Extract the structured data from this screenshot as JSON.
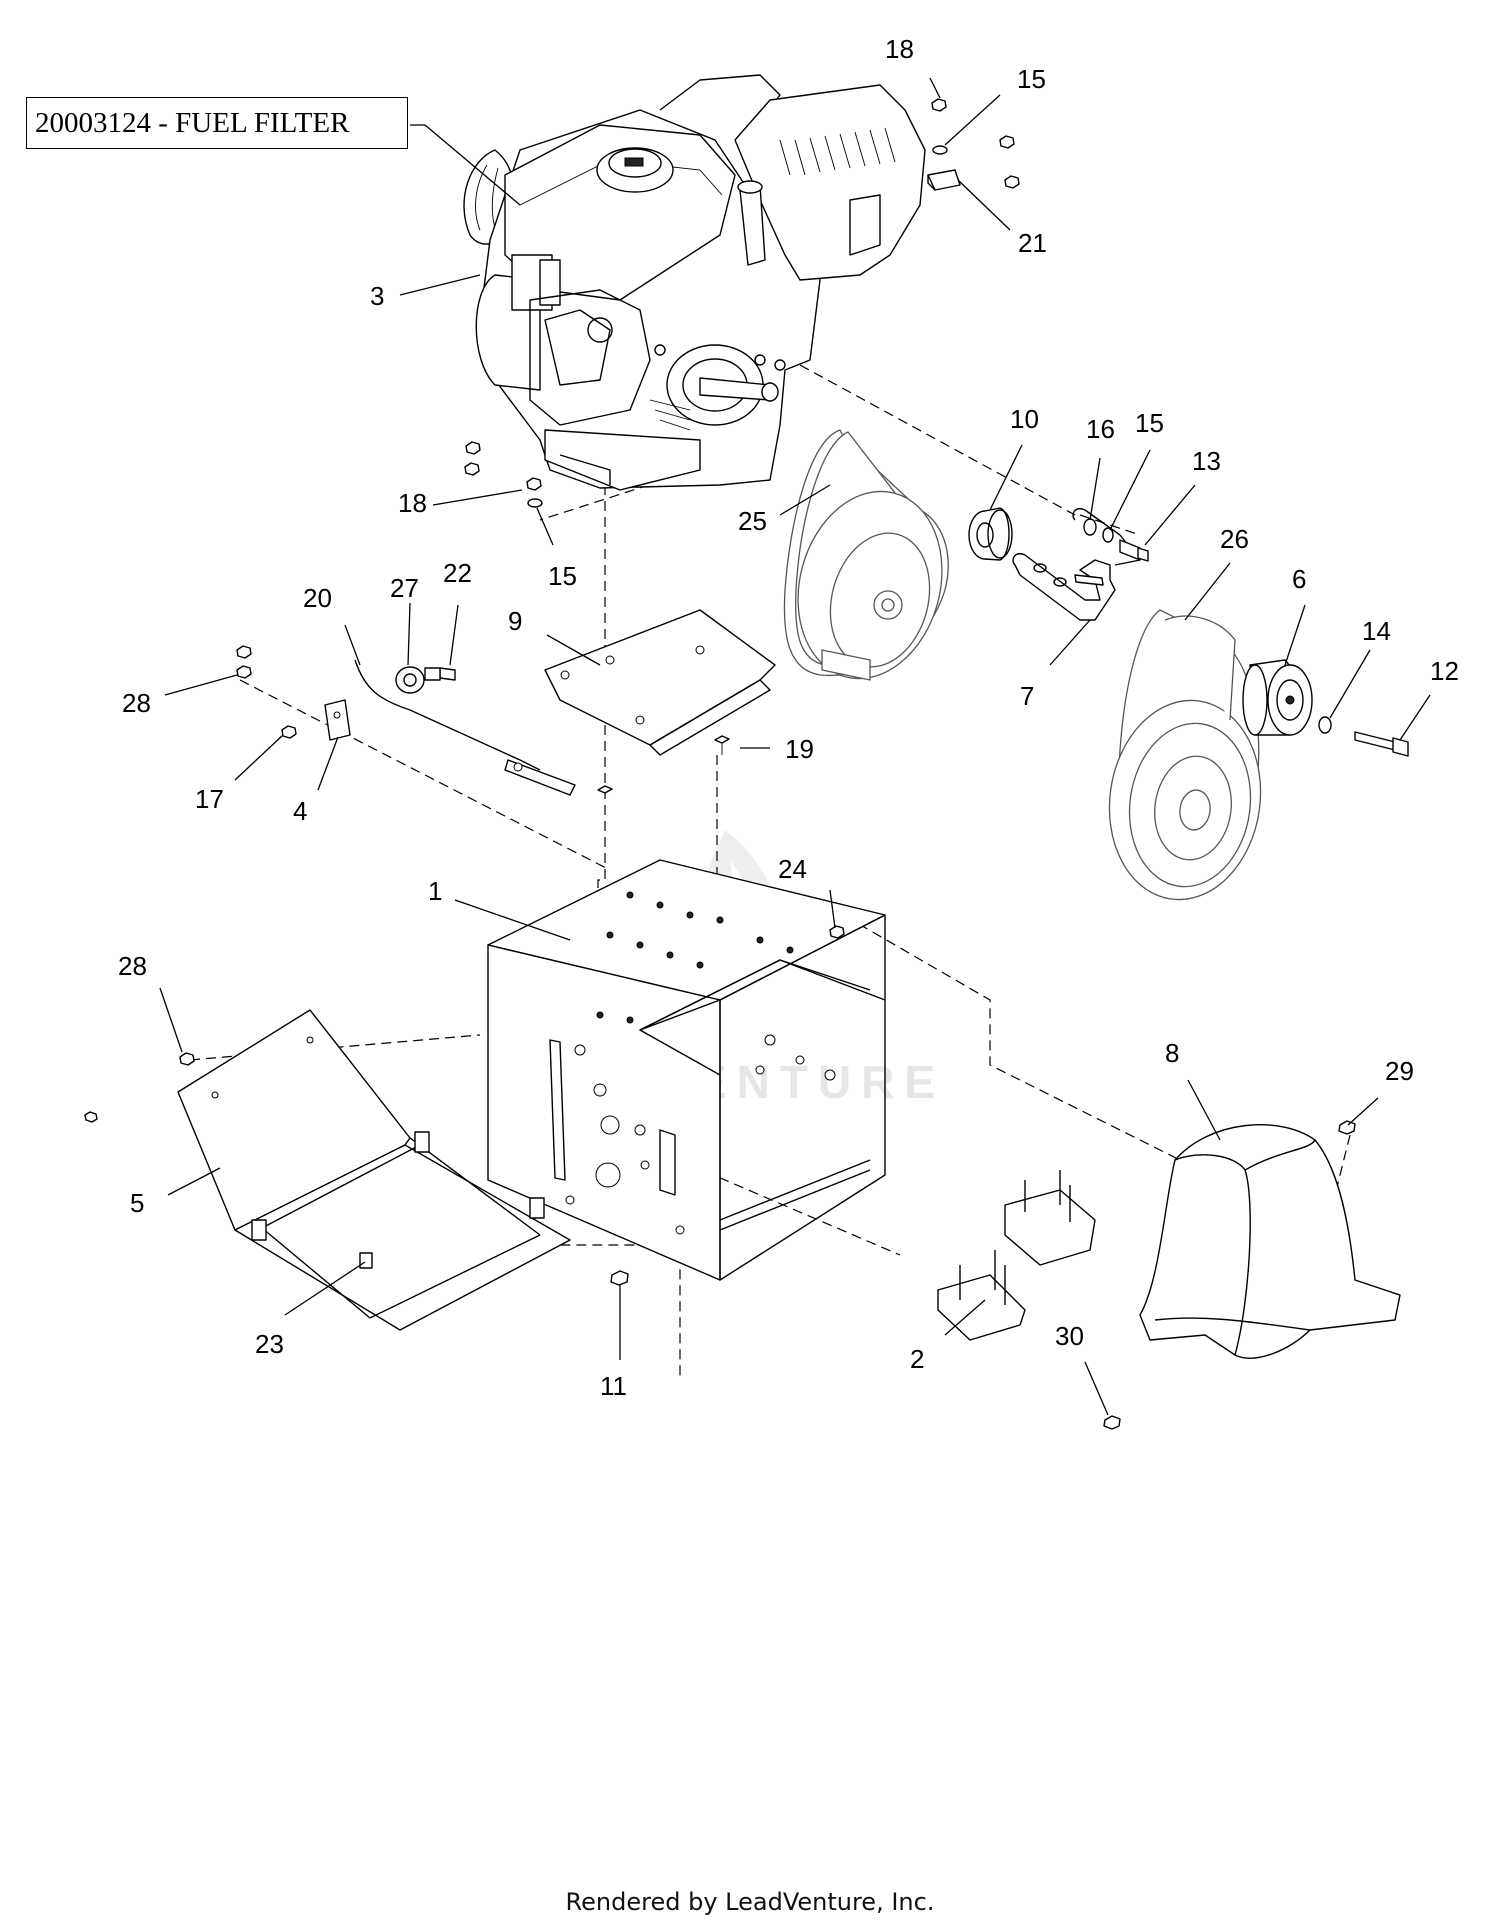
{
  "filter_label": "20003124 - FUEL FILTER",
  "watermark": "LEADVENTURE",
  "footer": "Rendered by LeadVenture, Inc.",
  "callouts": [
    {
      "id": "c1",
      "text": "1"
    },
    {
      "id": "c2",
      "text": "2"
    },
    {
      "id": "c3",
      "text": "3"
    },
    {
      "id": "c4",
      "text": "4"
    },
    {
      "id": "c5",
      "text": "5"
    },
    {
      "id": "c6",
      "text": "6"
    },
    {
      "id": "c7",
      "text": "7"
    },
    {
      "id": "c8",
      "text": "8"
    },
    {
      "id": "c9",
      "text": "9"
    },
    {
      "id": "c10",
      "text": "10"
    },
    {
      "id": "c11",
      "text": "11"
    },
    {
      "id": "c12",
      "text": "12"
    },
    {
      "id": "c13",
      "text": "13"
    },
    {
      "id": "c14",
      "text": "14"
    },
    {
      "id": "c15a",
      "text": "15"
    },
    {
      "id": "c15b",
      "text": "15"
    },
    {
      "id": "c15c",
      "text": "15"
    },
    {
      "id": "c16",
      "text": "16"
    },
    {
      "id": "c17",
      "text": "17"
    },
    {
      "id": "c18a",
      "text": "18"
    },
    {
      "id": "c18b",
      "text": "18"
    },
    {
      "id": "c19",
      "text": "19"
    },
    {
      "id": "c20",
      "text": "20"
    },
    {
      "id": "c21",
      "text": "21"
    },
    {
      "id": "c22",
      "text": "22"
    },
    {
      "id": "c23",
      "text": "23"
    },
    {
      "id": "c24",
      "text": "24"
    },
    {
      "id": "c25",
      "text": "25"
    },
    {
      "id": "c26",
      "text": "26"
    },
    {
      "id": "c27",
      "text": "27"
    },
    {
      "id": "c28a",
      "text": "28"
    },
    {
      "id": "c28b",
      "text": "28"
    },
    {
      "id": "c29",
      "text": "29"
    },
    {
      "id": "c30",
      "text": "30"
    }
  ]
}
